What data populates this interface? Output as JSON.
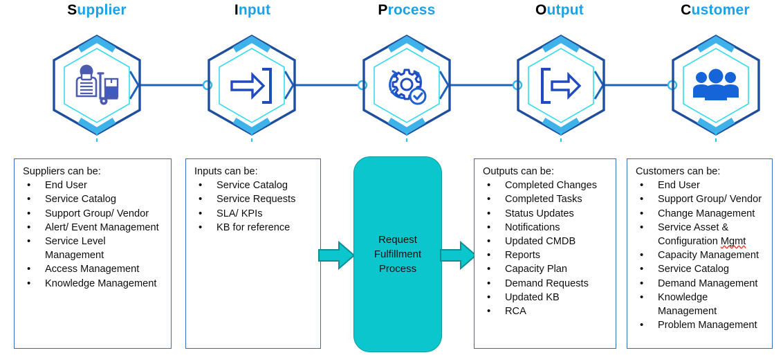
{
  "diagram": {
    "type": "SIPOC",
    "columns": [
      {
        "key": "supplier",
        "head_first": "S",
        "head_rest": "upplier",
        "icon": "supplier-clipboard-handtruck-icon",
        "box": {
          "lead": "Suppliers can be:",
          "items": [
            "End User",
            "Service Catalog",
            "Support Group/ Vendor",
            "Alert/ Event Management",
            "Service Level Management",
            "Access Management",
            "Knowledge Management"
          ]
        }
      },
      {
        "key": "input",
        "head_first": "I",
        "head_rest": "nput",
        "icon": "arrow-into-bracket-icon",
        "box": {
          "lead": "Inputs can be:",
          "items": [
            "Service Catalog",
            "Service Requests",
            "SLA/ KPIs",
            "KB for reference"
          ]
        }
      },
      {
        "key": "process",
        "head_first": "P",
        "head_rest": "rocess",
        "icon": "gear-cycle-check-icon",
        "process_label": "Request Fulfillment Process"
      },
      {
        "key": "output",
        "head_first": "O",
        "head_rest": "utput",
        "icon": "bracket-arrow-out-icon",
        "box": {
          "lead": "Outputs can be:",
          "items": [
            "Completed Changes",
            "Completed Tasks",
            "Status Updates",
            "Notifications",
            "Updated CMDB",
            "Reports",
            "Capacity Plan",
            "Demand Requests",
            "Updated KB",
            "RCA"
          ]
        }
      },
      {
        "key": "customer",
        "head_first": "C",
        "head_rest": "ustomer",
        "icon": "people-group-icon",
        "box": {
          "lead": "Customers can be:",
          "items": [
            "End User",
            "Support Group/ Vendor",
            "Change Management",
            "Service Asset & Configuration Mgmt",
            "Capacity Management",
            "Service Catalog",
            "Demand Management",
            "Knowledge Management",
            "Problem Management"
          ]
        }
      }
    ],
    "bullet_glyph": "•",
    "misspelled_word": "Mgmt",
    "colors": {
      "header_accent": "#1ba2e6",
      "header_initial": "#000000",
      "hex_outline": "#1f4e9c",
      "hex_accent": "#3fb2ea",
      "hex_inner": "#35dcec",
      "connector": "#1b63ba",
      "box_border": "#3a66c4",
      "process_fill": "#0cc6cd",
      "process_border": "#0a9aa0",
      "arrow_fill": "#0cc6cd",
      "arrow_border": "#0a8f95",
      "icon_blue": "#1565d8",
      "icon_indigo": "#4a5bb0",
      "spellcheck": "#e8382b"
    }
  }
}
